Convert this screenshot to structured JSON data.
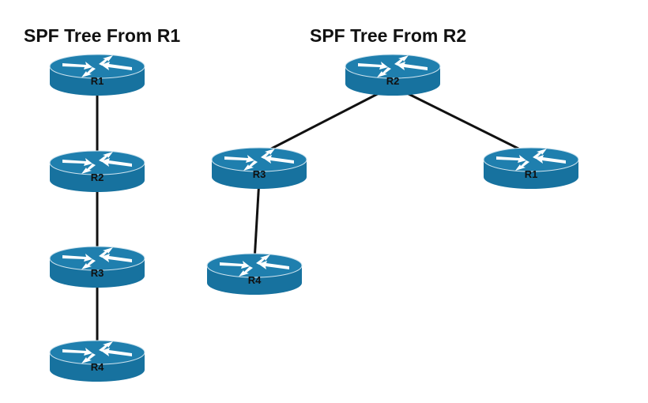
{
  "colors": {
    "router_top": "#1f7fae",
    "router_side": "#17729f",
    "router_rim": "#cfe4ef",
    "arrow": "#ffffff",
    "link": "#111111",
    "label": "#111111"
  },
  "trees": [
    {
      "title": "SPF Tree From R1",
      "root": "R1",
      "routers": [
        {
          "id": "t1-r1",
          "label": "R1"
        },
        {
          "id": "t1-r2",
          "label": "R2"
        },
        {
          "id": "t1-r3",
          "label": "R3"
        },
        {
          "id": "t1-r4",
          "label": "R4"
        }
      ],
      "links": [
        {
          "from": "t1-r1",
          "to": "t1-r2"
        },
        {
          "from": "t1-r2",
          "to": "t1-r3"
        },
        {
          "from": "t1-r3",
          "to": "t1-r4"
        }
      ]
    },
    {
      "title": "SPF Tree From R2",
      "root": "R2",
      "routers": [
        {
          "id": "t2-r2",
          "label": "R2"
        },
        {
          "id": "t2-r3",
          "label": "R3"
        },
        {
          "id": "t2-r1",
          "label": "R1"
        },
        {
          "id": "t2-r4",
          "label": "R4"
        }
      ],
      "links": [
        {
          "from": "t2-r2",
          "to": "t2-r3"
        },
        {
          "from": "t2-r2",
          "to": "t2-r1"
        },
        {
          "from": "t2-r3",
          "to": "t2-r4"
        }
      ]
    }
  ]
}
